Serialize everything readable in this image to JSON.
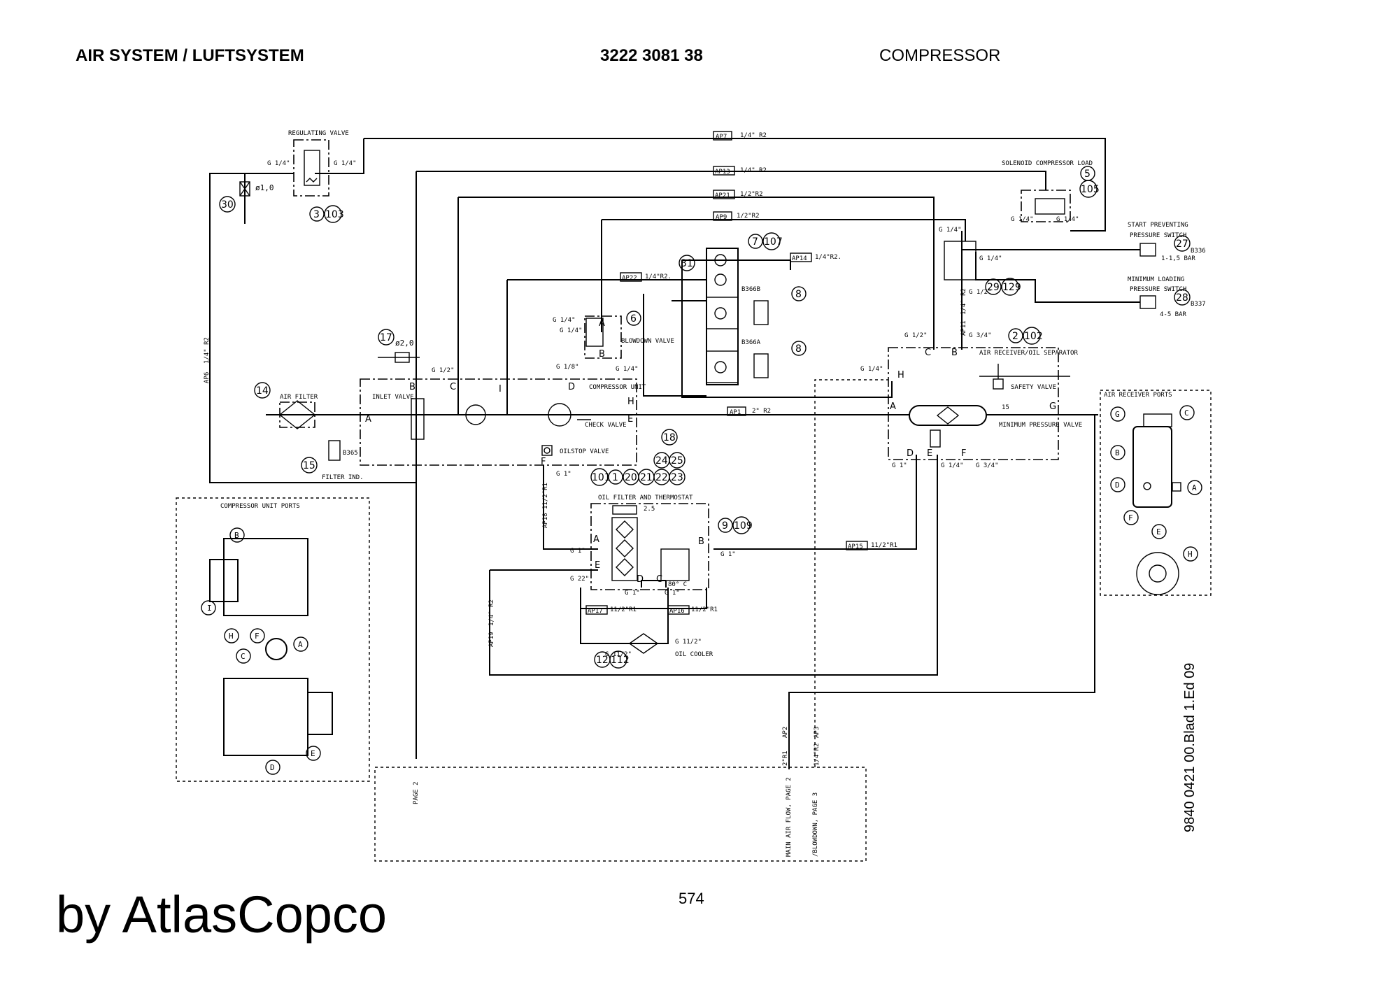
{
  "header": {
    "title_left": "AIR SYSTEM / LUFTSYSTEM",
    "title_mid": "3222 3081 38",
    "title_right": "COMPRESSOR"
  },
  "footer": {
    "page_number": "574",
    "brand": "by AtlasCopco",
    "doc_ref": "9840 0421 00.Blad 1.Ed 09"
  },
  "pipes": {
    "ap7": "AP7",
    "ap7_size": "1/4\" R2",
    "ap13": "AP13",
    "ap13_size": "1/4\" R2",
    "ap21": "AP21",
    "ap21_size": "1/2\"R2",
    "ap9": "AP9",
    "ap9_size": "1/2\"R2",
    "ap14": "AP14",
    "ap14_size": "1/4\"R2.",
    "ap22": "AP22",
    "ap22_size": "1/4\"R2.",
    "ap1": "AP1",
    "ap1_size": "2\" R2",
    "ap15": "AP15",
    "ap15_size": "11/2\"R1",
    "ap17": "AP17",
    "ap17_size": "11/2\"R1",
    "ap16": "AP16",
    "ap16_size": "11/2\"R1",
    "ap6": "AP6",
    "ap6_size": "1/4\" R2",
    "ap18": "AP18",
    "ap18_size": "11/2\"R1",
    "ap19": "AP19",
    "ap19_size": "1/4\" R2",
    "ap11": "AP11",
    "ap11_size": "1/4\" R2",
    "ap2": "AP2",
    "ap2_size": "2\"R1",
    "ap3": "AP3",
    "ap3_size": "1/4\"R2"
  },
  "labels": {
    "regulating_valve": "REGULATING VALVE",
    "solenoid": "SOLENOID COMPRESSOR LOAD",
    "start_preventing": "START PREVENTING",
    "pressure_switch": "PRESSURE SWITCH",
    "minimum_loading": "MINIMUM LOADING",
    "bar_1": "1-1,5 BAR",
    "bar_2": "4-5 BAR",
    "b336": "B336",
    "b337": "B337",
    "b366b": "B366B",
    "b366a": "B366A",
    "b365": "B365",
    "blowdown_valve": "BLOWDOWN VALVE",
    "compressor_unit": "COMPRESSOR UNIT",
    "check_valve": "CHECK VALVE",
    "oilstop_valve": "OILSTOP VALVE",
    "inlet_valve": "INLET VALVE",
    "air_filter": "AIR FILTER",
    "filter_ind": "FILTER IND.",
    "air_receiver_sep": "AIR RECEIVER/OIL SEPARATOR",
    "safety_valve": "SAFETY VALVE",
    "minimum_pressure_valve": "MINIMUM PRESSURE VALVE",
    "oil_filter_thermostat": "OIL FILTER AND THERMOSTAT",
    "oil_cooler": "OIL COOLER",
    "air_receiver_ports": "AIR RECEIVER PORTS",
    "compressor_unit_ports": "COMPRESSOR UNIT PORTS",
    "page2": "PAGE 2",
    "main_air_flow": "MAIN AIR FLOW, PAGE 2",
    "blowdown_page3": "/BLOWDOWN, PAGE 3",
    "orifice_1": "ø1,0",
    "orifice_2": "ø2,0",
    "g14": "G 1/4\"",
    "g12": "G 1/2\"",
    "g34": "G 3/4\"",
    "g1": "G 1\"",
    "g112": "G 11/2\"",
    "g22": "G 22\"",
    "g18": "G 1/8\"",
    "temp": "80° C",
    "val25": "2.5",
    "val15": "15",
    "port_a": "A",
    "port_b": "B",
    "port_c": "C",
    "port_d": "D",
    "port_e": "E",
    "port_f": "F",
    "port_g": "G",
    "port_h": "H",
    "port_i": "I"
  },
  "items": {
    "n2": "2",
    "n102": "102",
    "n3": "3",
    "n103": "103",
    "n5": "5",
    "n105": "105",
    "n6": "6",
    "n7": "7",
    "n107": "107",
    "n8": "8",
    "n9": "9",
    "n109": "109",
    "n12": "12",
    "n112": "112",
    "n14": "14",
    "n15": "15",
    "n17": "17",
    "n18": "18",
    "n27": "27",
    "n28": "28",
    "n29": "29",
    "n129": "129",
    "n30": "30",
    "n31": "31",
    "n101": "101",
    "n1": "1",
    "n20": "20",
    "n21": "21",
    "n22": "22",
    "n23": "23",
    "n24": "24",
    "n25": "25"
  }
}
